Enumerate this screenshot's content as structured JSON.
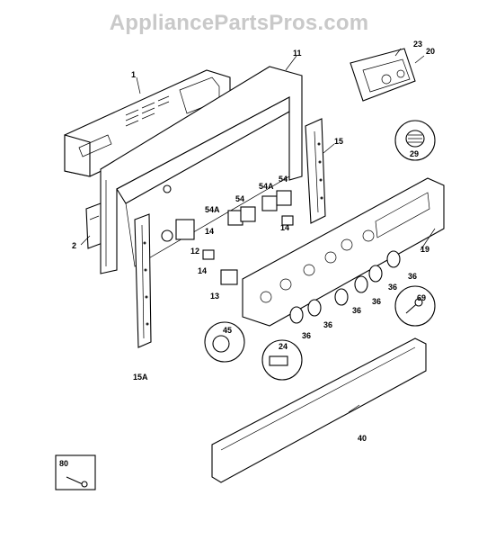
{
  "watermark": "AppliancePartsPros.com",
  "callouts": {
    "c1": "1",
    "c2": "2",
    "c11": "11",
    "c12": "12",
    "c13": "13",
    "c14a": "14",
    "c14b": "14",
    "c14c": "14",
    "c15": "15",
    "c15a": "15A",
    "c19": "19",
    "c20": "20",
    "c23": "23",
    "c24": "24",
    "c29": "29",
    "c36a": "36",
    "c36b": "36",
    "c36c": "36",
    "c36d": "36",
    "c36e": "36",
    "c36f": "36",
    "c40": "40",
    "c45": "45",
    "c54a": "54",
    "c54b": "54",
    "c54Aa": "54A",
    "c54Ab": "54A",
    "c69": "69",
    "c80": "80"
  }
}
